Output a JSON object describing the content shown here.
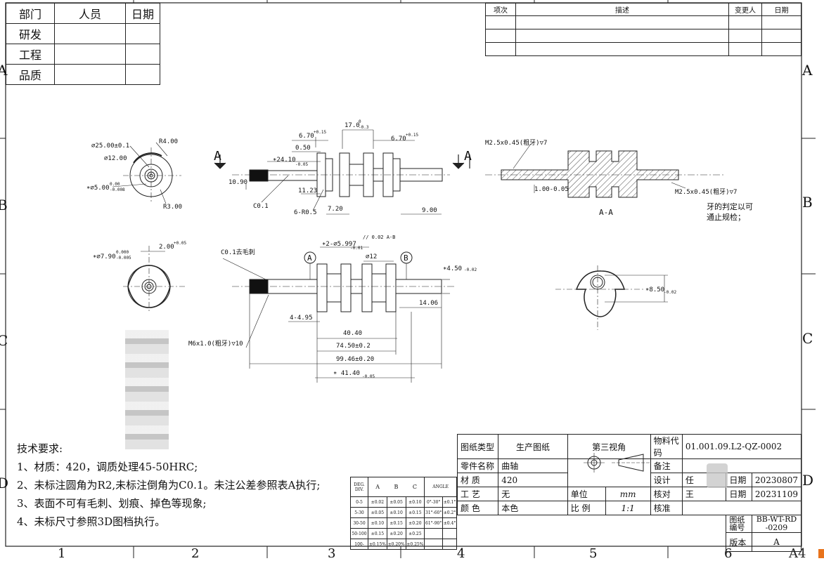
{
  "dept_table": {
    "headers": [
      "部门",
      "人员",
      "日期"
    ],
    "rows": [
      "研发",
      "工程",
      "品质"
    ]
  },
  "revision_table": {
    "headers": [
      "项次",
      "描述",
      "变更人",
      "日期"
    ]
  },
  "zone_letters": [
    "A",
    "B",
    "C",
    "D"
  ],
  "zone_numbers": [
    "1",
    "2",
    "3",
    "4",
    "5",
    "6"
  ],
  "dims": {
    "d25": "⌀25.00±0.1",
    "d12": "⌀12.00",
    "r4": "R4.00",
    "r3": "R3.00",
    "d5": "∗⌀5.00",
    "d5_tol_up": "0.00",
    "d5_tol_lo": "-0.008",
    "d790": "∗⌀7.90",
    "d790_tol_up": "0.000",
    "d790_tol_lo": "-0.005",
    "d200": "2.00",
    "d200_tol": "+0.05",
    "d670a": "6.70",
    "d670_tol": "+0.15",
    "d170": "17.0",
    "d170_tol": "-0.3",
    "d670b": "6.70",
    "d050": "0.50",
    "d2410": "∗24.10",
    "d2410_tol": "-0.05",
    "d1090": "10.90",
    "d1123": "11.23",
    "c01": "C0.1",
    "r05": "6-R0.5",
    "d720": "7.20",
    "d900": "9.00",
    "m25a": "M2.5x0.45(粗牙)▽7",
    "m25b": "M2.5x0.45(粗牙)▽7",
    "d100": "1.00-0.05",
    "section": "A-A",
    "thread_note1": "牙的判定以可",
    "thread_note2": "通止规检；",
    "c01burr": "C0.1去毛刺",
    "d5997": "∗2-⌀5.997",
    "d5997_tol": "-0.01",
    "gdt": "// 0.02 A-B",
    "d12b": "⌀12",
    "d450": "∗4.50",
    "d450_tol": "-0.02",
    "d850": "∗8.50",
    "d850_tol": "-0.02",
    "d1406": "14.06",
    "d495": "4-4.95",
    "d4040": "40.40",
    "d7450": "74.50±0.2",
    "d9946": "99.46±0.20",
    "d4140": "∗ 41.40",
    "d4140_tol": "-0.05",
    "m6": "M6x1.0(粗牙)▽10",
    "datum_a": "A",
    "datum_b": "B",
    "zero": "0"
  },
  "requirements": {
    "title": "技术要求:",
    "items": [
      "1、材质：420，调质处理45-50HRC;",
      "2、未标注圆角为R2,未标注倒角为C0.1。未注公差参照表A执行;",
      "3、表面不可有毛刺、划痕、掉色等现象;",
      "4、未标尺寸参照3D图档执行。"
    ]
  },
  "angle_table": {
    "header_deg": "DEG.",
    "header_div": "DIV.",
    "cols": [
      "A",
      "B",
      "C"
    ],
    "angle_label": "ANGLE",
    "rows": [
      [
        "0-5",
        "±0.02",
        "±0.05",
        "±0.10",
        "0°-30°",
        "±0.1°"
      ],
      [
        "5-30",
        "±0.05",
        "±0.10",
        "±0.15",
        "31°-60°",
        "±0.2°"
      ],
      [
        "30-50",
        "±0.10",
        "±0.15",
        "±0.20",
        "61°-90°",
        "±0.4°"
      ],
      [
        "50-100",
        "±0.15",
        "±0.20",
        "±0.25",
        "",
        ""
      ],
      [
        "100-",
        "±0.15%",
        "±0.20%",
        "±0.25%",
        "",
        ""
      ]
    ]
  },
  "title_block": {
    "drawing_type_label": "图纸类型",
    "drawing_type": "生产图纸",
    "projection": "第三视角",
    "material_code_label": "物料代码",
    "material_code": "01.001.09.L2-QZ-0002",
    "part_name_label": "零件名称",
    "part_name": "曲轴",
    "remark_label": "备注",
    "material_label": "材 质",
    "material": "420",
    "design_label": "设计",
    "designer": "任",
    "date_label": "日期",
    "design_date": "20230807",
    "process_label": "工 艺",
    "process": "无",
    "unit_label": "单位",
    "unit": "mm",
    "check_label": "核对",
    "checker": "王",
    "check_date": "20231109",
    "color_label": "颜 色",
    "color": "本色",
    "scale_label": "比 例",
    "scale": "1:1",
    "approve_label": "核准",
    "drawing_no_label1": "图纸",
    "drawing_no_label2": "编号",
    "drawing_no1": "BB-WT-RD",
    "drawing_no2": "-0209",
    "version_label": "版本",
    "version": "A"
  },
  "sheet_size": "A4"
}
